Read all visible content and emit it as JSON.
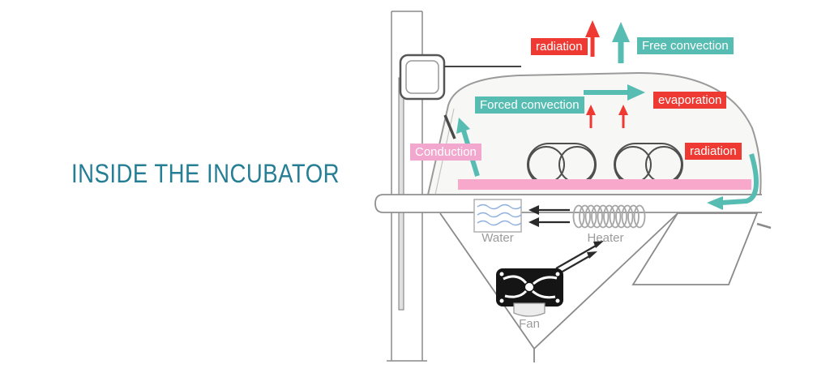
{
  "title": {
    "text": "INSIDE THE INCUBATOR"
  },
  "diagram": {
    "labels": {
      "radiation_top": "radiation",
      "free_convection": "Free convection",
      "forced_convection": "Forced convection",
      "evaporation": "evaporation",
      "conduction": "Conduction",
      "radiation_right": "radiation",
      "water": "Water",
      "heater": "Heater",
      "fan": "Fan"
    },
    "icons": [
      "stand-pole",
      "sensor-box",
      "incubator-hood",
      "hand-ports",
      "mattress",
      "water-tank-icon",
      "heater-coil-icon",
      "fan-icon",
      "fan-pedestal"
    ],
    "arrows": [
      {
        "name": "radiation-up-arrow",
        "color": "red",
        "direction": "up"
      },
      {
        "name": "free-convection-up-arrow",
        "color": "teal",
        "direction": "up"
      },
      {
        "name": "forced-convection-right-arrow",
        "color": "teal",
        "direction": "right"
      },
      {
        "name": "evaporation-up-arrows",
        "color": "red",
        "direction": "up"
      },
      {
        "name": "conduction-up-arrow",
        "color": "teal",
        "direction": "up-left"
      },
      {
        "name": "radiation-left-arrow",
        "color": "teal",
        "direction": "left"
      },
      {
        "name": "heater-to-water-arrows",
        "color": "black",
        "direction": "left"
      },
      {
        "name": "fan-to-heater-arrows",
        "color": "black",
        "direction": "up-right"
      }
    ]
  },
  "colors": {
    "red": "#ee3a33",
    "teal": "#57bcb2",
    "pink_label": "#f2a7ce",
    "mattress_pink": "#f8a9cb",
    "title_teal": "#267e95",
    "water_blue": "#8fb0dd"
  }
}
